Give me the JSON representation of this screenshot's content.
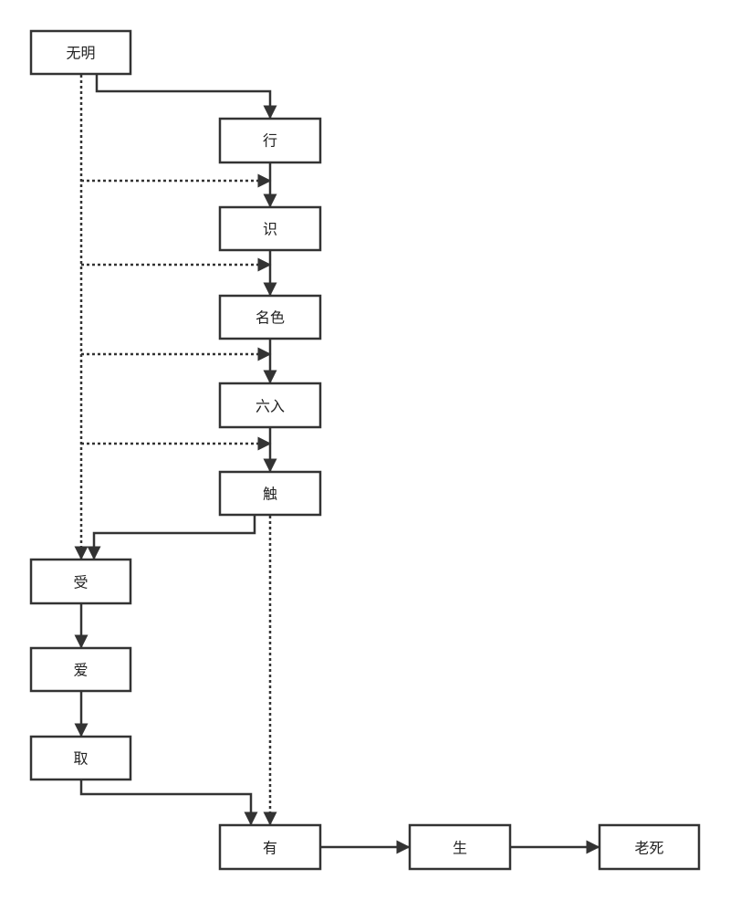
{
  "nodes": {
    "wuming": "无明",
    "xing": "行",
    "shi": "识",
    "mingse": "名色",
    "liuru": "六入",
    "chu": "触",
    "shou": "受",
    "ai": "爱",
    "qu": "取",
    "you": "有",
    "sheng": "生",
    "laosi": "老死"
  }
}
